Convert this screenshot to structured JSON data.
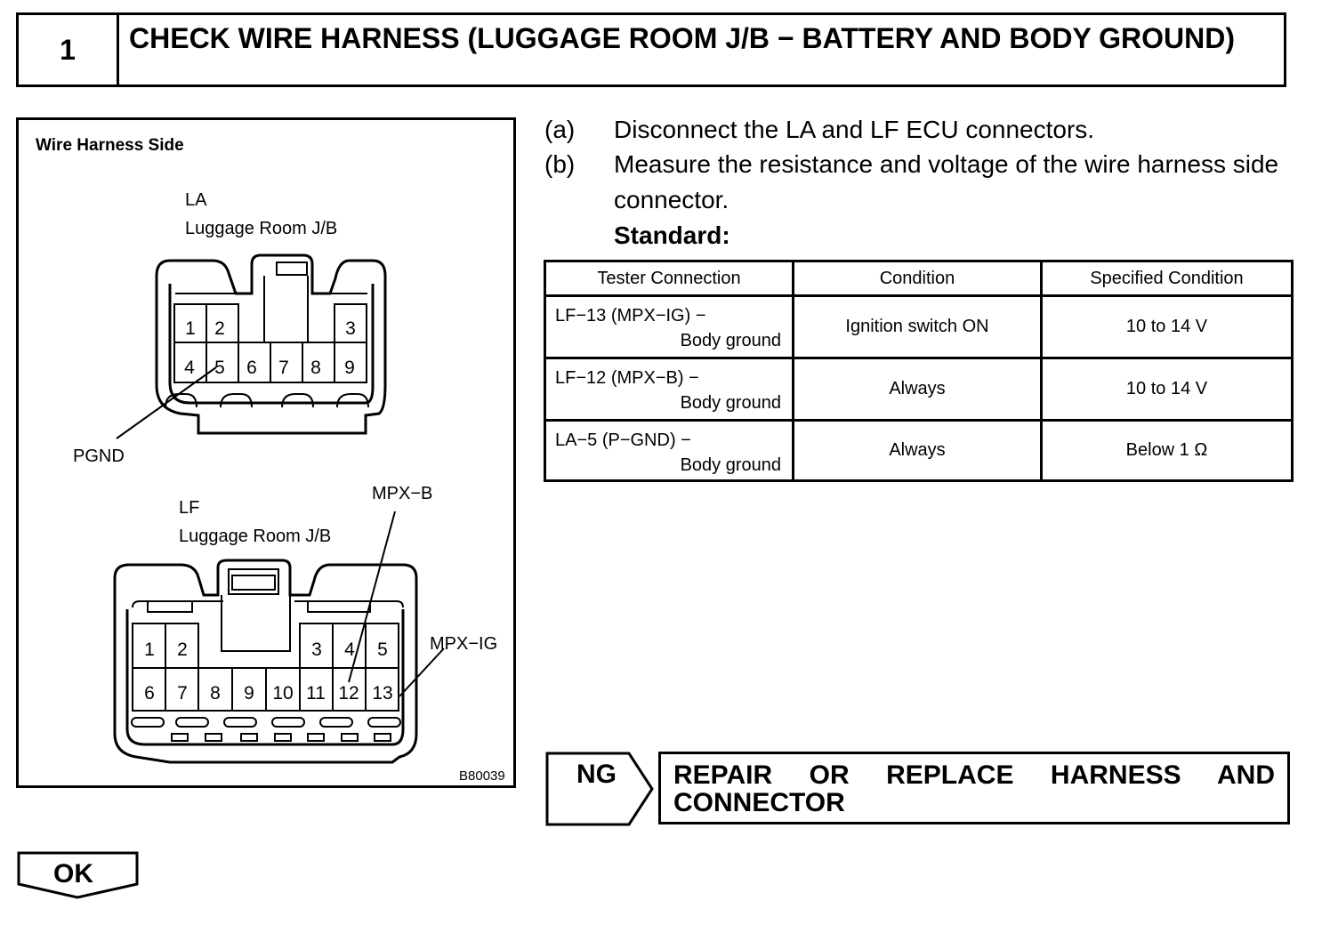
{
  "step": {
    "number": "1",
    "title": "CHECK WIRE HARNESS (LUGGAGE ROOM J/B − BATTERY AND BODY GROUND)"
  },
  "figure": {
    "heading": "Wire Harness Side",
    "la_connector": {
      "code": "LA",
      "name": "Luggage Room J/B",
      "top_row": [
        "1",
        "2",
        "3"
      ],
      "bottom_row": [
        "4",
        "5",
        "6",
        "7",
        "8",
        "9"
      ],
      "callout": "PGND"
    },
    "lf_connector": {
      "code": "LF",
      "name": "Luggage Room J/B",
      "top_row": [
        "1",
        "2",
        "3",
        "4",
        "5"
      ],
      "bottom_row": [
        "6",
        "7",
        "8",
        "9",
        "10",
        "11",
        "12",
        "13"
      ],
      "callout_b": "MPX−B",
      "callout_ig": "MPX−IG"
    },
    "figure_code": "B80039"
  },
  "instructions": [
    {
      "marker": "(a)",
      "text": "Disconnect the LA and LF ECU connectors."
    },
    {
      "marker": "(b)",
      "text": "Measure the resistance and voltage of the wire harness side connector."
    }
  ],
  "standard_label": "Standard:",
  "table": {
    "headers": [
      "Tester Connection",
      "Condition",
      "Specified Condition"
    ],
    "rows": [
      {
        "connection": "LF−13 (MPX−IG) −",
        "connection_to": "Body ground",
        "condition": "Ignition switch ON",
        "specified": "10 to 14 V"
      },
      {
        "connection": "LF−12 (MPX−B) −",
        "connection_to": "Body ground",
        "condition": "Always",
        "specified": "10 to 14 V"
      },
      {
        "connection": "LA−5 (P−GND) −",
        "connection_to": "Body ground",
        "condition": "Always",
        "specified": "Below 1 Ω"
      }
    ]
  },
  "ng": {
    "label": "NG",
    "action": "REPAIR OR REPLACE HARNESS AND CONNECTOR"
  },
  "ok": {
    "label": "OK"
  }
}
